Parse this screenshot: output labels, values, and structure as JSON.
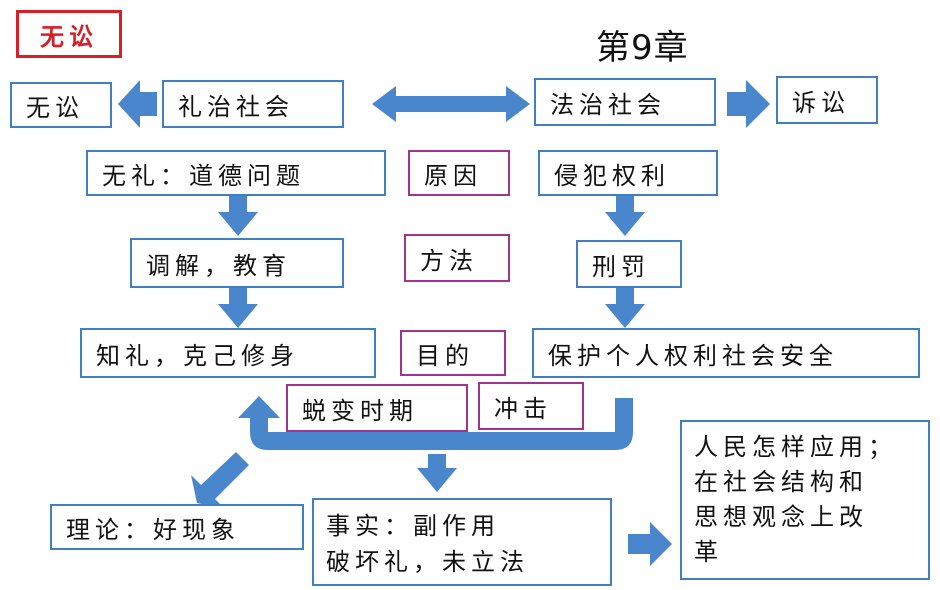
{
  "header": {
    "badge": "无讼",
    "chapter": "第9章"
  },
  "left": {
    "result": "无讼",
    "society": "礼治社会",
    "problem": "无礼：道德问题",
    "method": "调解，教育",
    "goal": "知礼，克己修身"
  },
  "right": {
    "society": "法治社会",
    "result": "诉讼",
    "problem": "侵犯权利",
    "method": "刑罚",
    "goal": "保护个人权利社会安全"
  },
  "middle": {
    "cause_label": "原因",
    "method_label": "方法",
    "goal_label": "目的"
  },
  "transition": {
    "period": "蜕变时期",
    "impact": "冲击"
  },
  "bottom": {
    "theory": "理论：好现象",
    "fact_lines": [
      "事实：副作用",
      "破坏礼，未立法"
    ],
    "solution_lines": [
      "人民怎样应用；",
      "在社会结构和",
      "思想观念上改",
      "革"
    ]
  },
  "colors": {
    "arrow": "#4a86cc",
    "box_border": "#3f7fc4",
    "label_border": "#a0338f",
    "badge": "#d61f26"
  }
}
